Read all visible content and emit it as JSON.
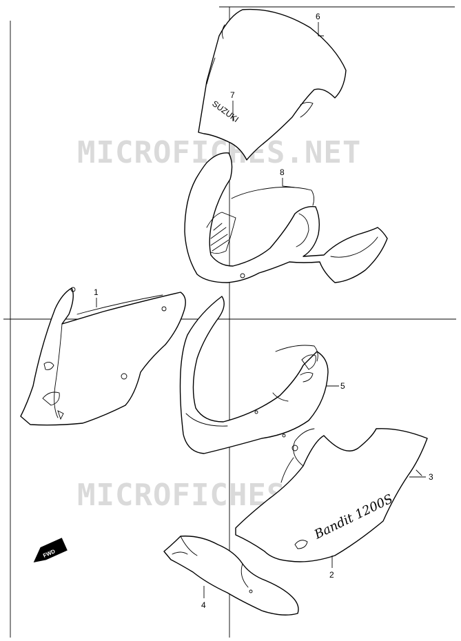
{
  "watermark": "MICROFICHES.NET",
  "callouts": [
    "1",
    "2",
    "3",
    "4",
    "5",
    "6",
    "7",
    "8"
  ],
  "decals": {
    "brand": "SUZUKI",
    "model": "Bandit 1200S"
  },
  "fwd_label": "FWD"
}
